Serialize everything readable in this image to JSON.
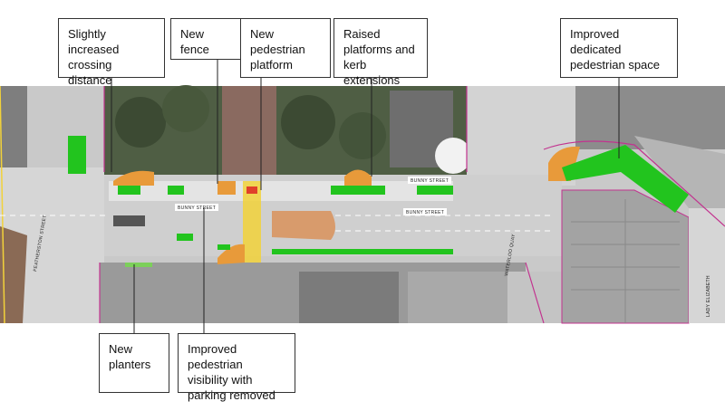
{
  "colors": {
    "road": "#cfcfcf",
    "footpath": "#e4e4e4",
    "aerial_green": "#4f5e44",
    "aerial_brown": "#8a6a60",
    "building_grey": "#9a9a9a",
    "platform_orange": "#e89a3a",
    "cycleway_green": "#22c41e",
    "kerb_magenta": "#c2338f",
    "kerb_yellow": "#f2d23a",
    "leader_line": "#222222"
  },
  "callouts": {
    "crossing": "Slightly increased\ncrossing distance",
    "fence": "New fence",
    "ped_platform": "New\npedestrian\nplatform",
    "raised": "Raised\nplatforms and\nkerb extensions",
    "dedicated": "Improved dedicated\npedestrian space",
    "planters": "New\nplanters",
    "visibility": "Improved pedestrian\nvisibility with\nparking removed"
  },
  "streets": {
    "bunny_1": "BUNNY STREET",
    "bunny_2": "BUNNY STREET",
    "bunny_3": "BUNNY STREET",
    "featherston": "FEATHERSTON STREET",
    "waterloo": "WATERLOO QUAY",
    "lady_elizabeth": "LADY ELIZABETH"
  }
}
